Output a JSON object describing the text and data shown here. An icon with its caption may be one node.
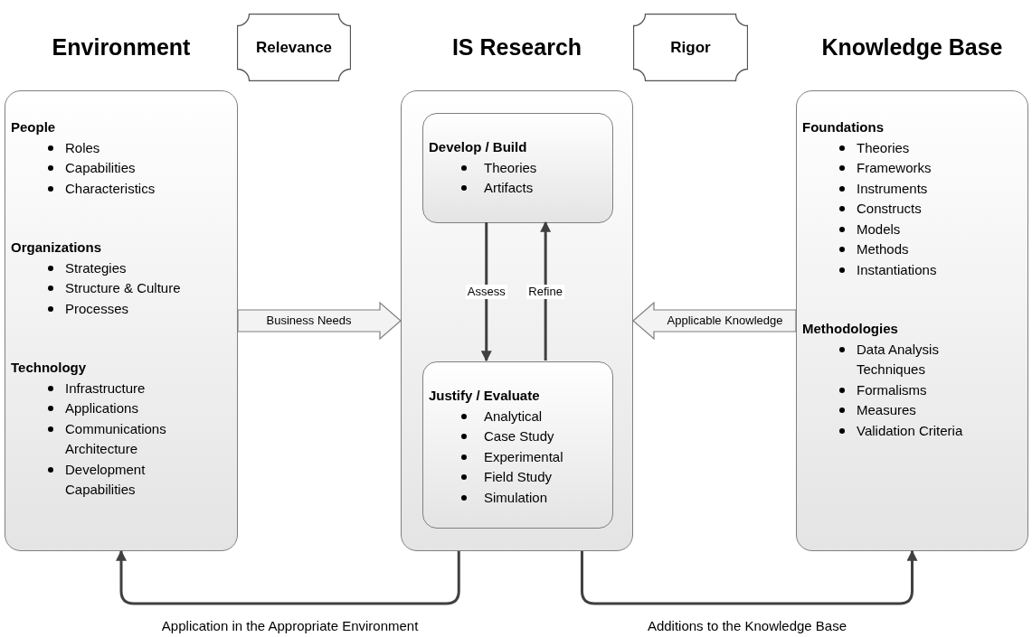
{
  "diagram": {
    "nodes": [
      {
        "text": [
          "Environment",
          "People",
          "Roles",
          "Capabilities",
          "Characteristics",
          "Organizations",
          "Strategies",
          "Structure & Culture",
          "Processes",
          "Technology",
          "Infrastructure",
          "Applications",
          "Communications Architecture",
          "Development Capabilities"
        ]
      },
      {
        "text": [
          "Relevance"
        ]
      },
      {
        "text": [
          "IS Research"
        ]
      },
      {
        "text": [
          "Develop / Build",
          "Theories",
          "Artifacts"
        ],
        "in": 2
      },
      {
        "text": [
          "Justify / Evaluate",
          "Analytical",
          "Case Study",
          "Experimental",
          "Field Study",
          "Simulation"
        ],
        "in": 2
      },
      {
        "text": [
          "Rigor"
        ]
      },
      {
        "text": [
          "Knowledge Base",
          "Foundations",
          "Theories",
          "Frameworks",
          "Instruments",
          "Constructs",
          "Models",
          "Methods",
          "Instantiations",
          "Methodologies",
          "Data Analysis Techniques",
          "Formalisms",
          "Measures",
          "Validation Criteria"
        ]
      }
    ],
    "edges": [
      {
        "from": 0,
        "to": 2,
        "arrow": "to",
        "label": "Business Needs",
        "style": "thick"
      },
      {
        "from": 6,
        "to": 2,
        "arrow": "to",
        "label": "Applicable Knowledge",
        "style": "thick"
      },
      {
        "from": 3,
        "to": 4,
        "arrow": "to",
        "label": "Assess"
      },
      {
        "from": 4,
        "to": 3,
        "arrow": "to",
        "label": "Refine"
      },
      {
        "from": 2,
        "to": 0,
        "arrow": "to",
        "label": "Application in the Appropriate Environment"
      },
      {
        "from": 2,
        "to": 6,
        "arrow": "to",
        "label": "Additions to the Knowledge Base"
      }
    ]
  }
}
